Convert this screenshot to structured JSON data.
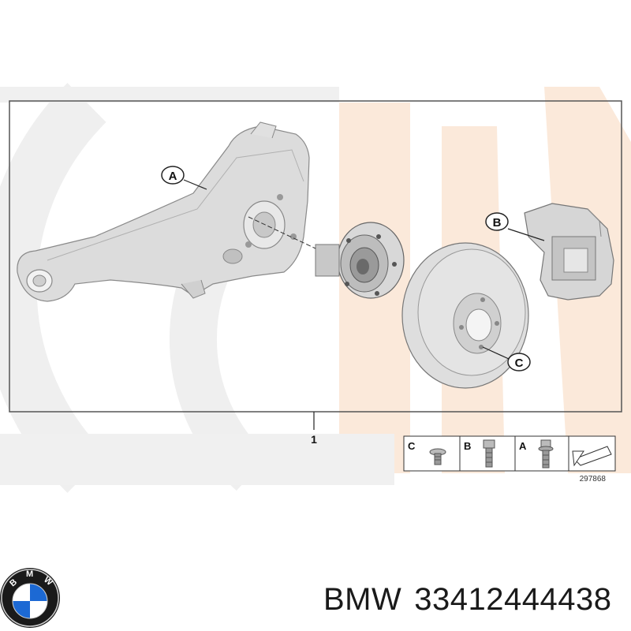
{
  "diagram": {
    "callouts": {
      "A": "A",
      "B": "B",
      "C": "C",
      "assembly": "1"
    },
    "legend": {
      "items": [
        {
          "label": "C",
          "icon": "flat-head-screw-icon"
        },
        {
          "label": "B",
          "icon": "hex-bolt-icon"
        },
        {
          "label": "A",
          "icon": "flange-bolt-icon"
        },
        {
          "label": "",
          "icon": "arrow-right-icon"
        }
      ],
      "diagram_number": "297868"
    }
  },
  "footer": {
    "brand": "BMW",
    "part_number": "33412444438",
    "logo": "bmw-roundel-logo",
    "logo_letters": "BMW"
  },
  "colors": {
    "watermark_gray": "#eeeeee",
    "watermark_peach": "#fbe7d6",
    "bmw_blue": "#1c69d4",
    "frame": "#555555"
  }
}
